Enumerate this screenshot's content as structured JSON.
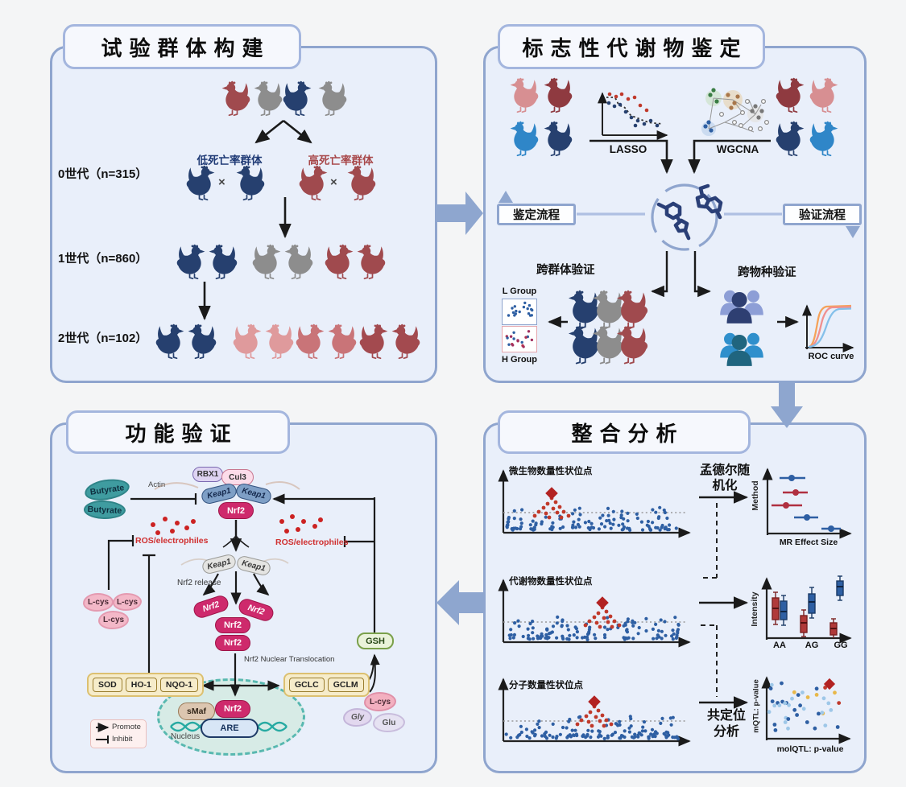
{
  "figure": {
    "panels": {
      "population": {
        "title": "试验群体构建",
        "low_group": "低死亡率群体",
        "high_group": "高死亡率群体",
        "cross": "×",
        "gen0": "0世代（n=315）",
        "gen1": "1世代（n=860）",
        "gen2": "2世代（n=102）"
      },
      "metabolite": {
        "title": "标志性代谢物鉴定",
        "lasso": "LASSO",
        "wgcna": "WGCNA",
        "id_flow": "鉴定流程",
        "val_flow": "验证流程",
        "cross_population": "跨群体验证",
        "cross_species": "跨物种验证",
        "l_group": "L Group",
        "h_group": "H Group",
        "roc": "ROC curve"
      },
      "integration": {
        "title": "整合分析",
        "qtl_micro": "微生物数量性状位点",
        "qtl_metab": "代谢物数量性状位点",
        "qtl_mol": "分子数量性状位点",
        "mr": "孟德尔随机化",
        "method": "Method",
        "mr_effect_size": "MR Effect Size",
        "intensity": "Intensity",
        "genotypes": [
          "AA",
          "AG",
          "GG"
        ],
        "coloc": "共定位分析",
        "mqtl_axis": "mQTL: p-value",
        "molqtl_axis": "molQTL: p-value"
      },
      "function": {
        "title": "功能验证",
        "butyrate": "Butyrate",
        "actin": "Actin",
        "rbx1": "RBX1",
        "cul3": "Cul3",
        "keap1": "Keap1",
        "nrf2": "Nrf2",
        "ros": "ROS/electrophiles",
        "nrf2_release": "Nrf2 release",
        "nuclear_translocation": "Nrf2 Nuclear Translocation",
        "lcys": "L-cys",
        "gsh": "GSH",
        "genes_left": [
          "SOD",
          "HO-1",
          "NQO-1"
        ],
        "genes_right": [
          "GCLC",
          "GCLM"
        ],
        "smaf": "sMaf",
        "are": "ARE",
        "nucleus": "Nucleus",
        "promote": "Promote",
        "inhibit": "Inhibit",
        "gly": "Gly",
        "glu": "Glu"
      }
    },
    "colors": {
      "panel_bg": "#e9effa",
      "panel_border": "#8fa5ce",
      "flow_arrow": "#8ea6cf",
      "chicken_navy": "#26406f",
      "chicken_lightblue": "#2f86c8",
      "chicken_gray": "#8d8d8d",
      "chicken_red": "#a04a4e",
      "chicken_pink": "#d78f92",
      "nrf2_pink": "#ce2a6c",
      "manhattan_blue": "#2e5fa3",
      "manhattan_red": "#c0392b"
    },
    "icons": {
      "molecule-icon": "dashed circle enclosing ring structures",
      "chicken-icon": "chicken silhouette",
      "people-icon": "group of three persons",
      "diamond-icon": "lead SNP diamond"
    }
  }
}
